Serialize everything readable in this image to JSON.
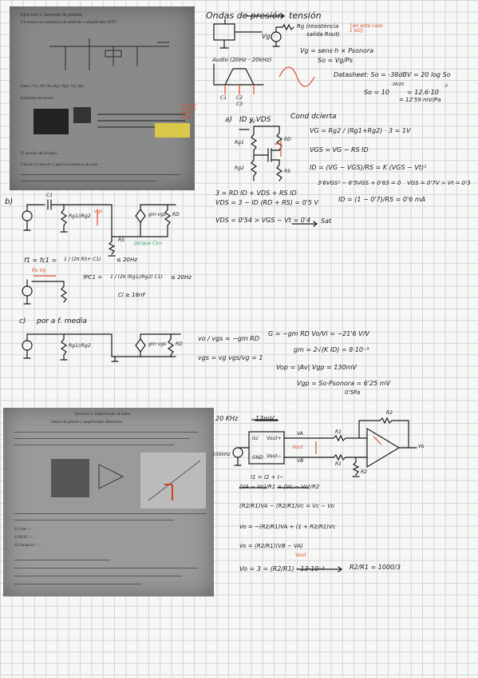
{
  "photo_top": {
    "lines": [
      "Ejercicio 1. Sensores de presión",
      "Un sensor con resistencia de salida Ro y amplificador JFET",
      "Datos: Vcc, Rd, Rs, Rg1, Rg2, Vp, Idss",
      "Datasheet del sensor",
      "El circuito de la figura...",
      "Calcule el valor de C para la frecuencia de corte"
    ],
    "notes": "(no leer\nel valor\nde la\nsecc.)"
  },
  "photo_bottom": {
    "title": "Ejercicio 2. Amplificador de audio",
    "subtitle": "Sensor de presión y amplificador diferencial",
    "list": [
      "1) Vout = ...",
      "2) Rf/R1 = ...",
      "3) Ganancia = ..."
    ]
  },
  "notes": {
    "title": "Ondas de presión",
    "title_arrow": "tensión",
    "source_label": "Vg",
    "rs_note": "Rg (resistencia",
    "rs_note2": "salida Rout)",
    "rs_red": "{en este caso\n1 kΩ}",
    "sens_eq": "Vg = sens·h × Psonora",
    "audio_label": "Audio (20Hz - 20kHz)",
    "so_eq": "So = Vg/Ps",
    "datasheet": "Datasheet: So = -38dBV = 20 log So",
    "so_val": "So = 10",
    "so_exp": "-38/20",
    "so_res": "= 12.6·10",
    "so_res_exp": "-3",
    "so_units": "= 12'59 mV/Pa",
    "waveform_labels": [
      "C1",
      "C2",
      "C3"
    ],
    "part_a": "a)",
    "part_a_title": "ID y VDS",
    "cond": "Cond dcierta",
    "eq_vg": "VG = Rg2 / (Rg1+Rg2) · 3 = 1V",
    "eq_vgs": "VGS = VG − RS ID",
    "eq_id": "ID = (VG − VGS)/RS = K (VGS − Vt)²",
    "eq_quad": "3'6VGS² − 6'5VGS + 0'83 = 0",
    "eq_vgs_res": "VGS = 0'7V > Vt = 0'3",
    "eq_id_res": "ID = (1 − 0'7)/RS = 0'6 mA",
    "eq_kvl": "3 = RD ID + VDS + RS ID",
    "eq_vds": "VDS = 3 − ID (RD + RS) = 0'5 V",
    "eq_sat": "VDS = 0'54 > VGS − Vt = 0'4",
    "eq_sat2": "Sat",
    "vdd": "3V",
    "rd": "RD",
    "rs": "RS",
    "rg1": "Rg1",
    "rg2": "Rg2",
    "part_b": "b)",
    "b_c1": "C1",
    "b_vgs": "vgs",
    "b_rg": "Rg1//Rg2",
    "b_gm": "gm·vgs",
    "b_rd": "RD",
    "b_rs": "RS",
    "b_rs_note": "porque Cs∞",
    "b_f1": "f1 = fc1 =",
    "b_f1_frac": "1 / (2π RS+ C1)",
    "b_f1_res": "≤ 20Hz",
    "b_fc1": "fPC1 =",
    "b_fc1_frac": "1 / (2π (Rg1//Rg2) C1)",
    "b_fc1_res": "≤ 20Hz",
    "b_ci": "Ci ≥ 18nF",
    "b_red": "Rs  Vg",
    "part_c": "c)",
    "c_title": "por a f. media",
    "c_vo": "vo / vgs = −gm RD",
    "c_vgs": "vgs = vg   vgs/vg = 1",
    "c_g": "G = −gm RD  Vo/Vi = −21'6 V/V",
    "c_gm": "gm = 2√(K ID) = 8·10⁻³",
    "c_vop": "Vop = |Av| Vgp = 130mV",
    "c_vgp": "Vgp = So·Psonora = 6'25 mV",
    "c_pres": "0'5Pa",
    "d_freq": "20 KHz",
    "d_arrow": "13mV",
    "d_box_a": "Isc",
    "d_box_b": "Vout+",
    "d_box_c": "Vout−",
    "d_box_d": "GND",
    "d_src": "100kHz",
    "d_va": "VA",
    "d_vb": "VB",
    "d_vout": "Vout",
    "d_vo": "Vo",
    "d_r1": "R1",
    "d_r2": "R2",
    "d_i": "I1 = I2 + I−",
    "d_eq1": "(VA − Vc)/R1 = (Vc − Vo)/R2",
    "d_eq2": "(R2/R1)VA − (R2/R1)Vc = Vc − Vo",
    "d_eq3": "Vo = −(R2/R1)VA + (1 + R2/R1)Vc",
    "d_eq4": "Vo = (R2/R1)(VB − VA)",
    "d_eq5": "Vo = 3 = (R2/R1) · 13·10⁻³",
    "d_eq6": "R2/R1 = 1000/3",
    "d_vout_red": "Vout"
  }
}
